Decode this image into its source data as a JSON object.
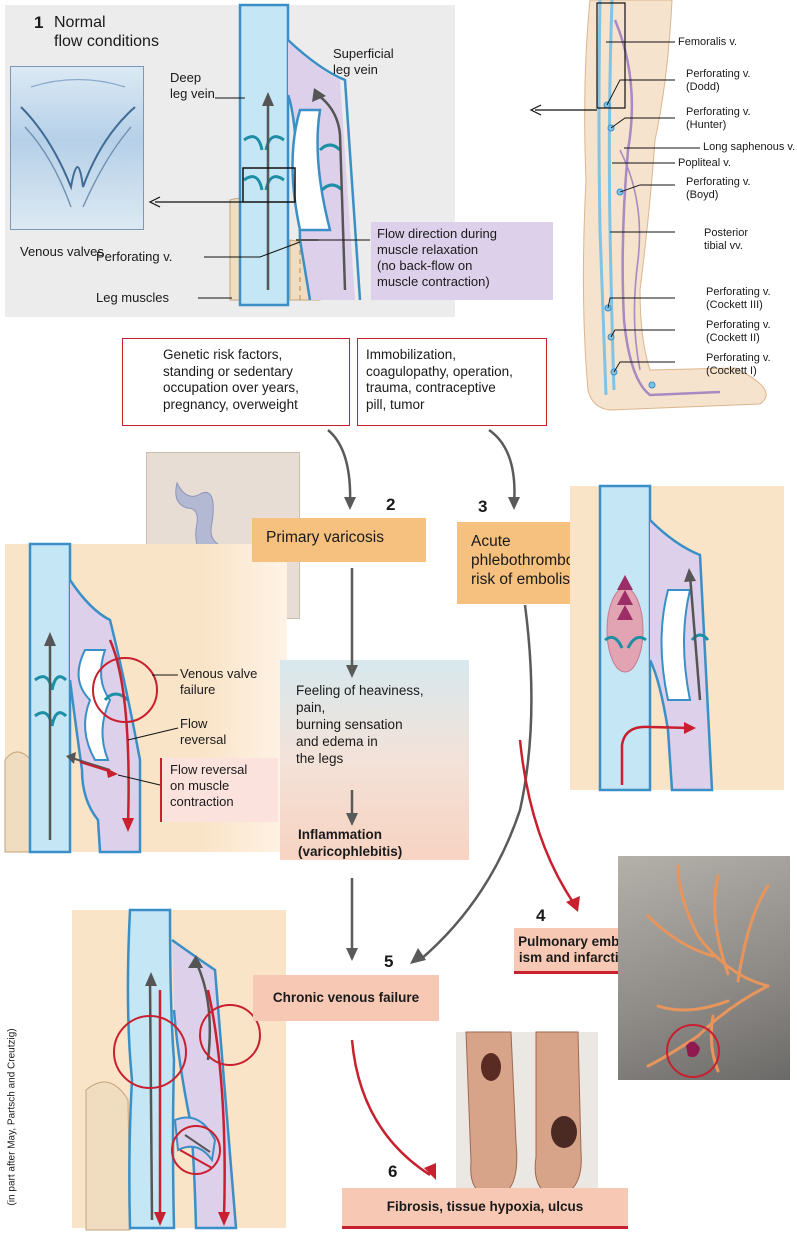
{
  "panel1": {
    "number": "1",
    "title_line1": "Normal",
    "title_line2": "flow conditions",
    "deep_vein_line1": "Deep",
    "deep_vein_line2": "leg vein",
    "superficial_line1": "Superficial",
    "superficial_line2": "leg vein",
    "valves_caption": "Venous valves",
    "perforating": "Perforating v.",
    "muscles": "Leg muscles",
    "flow_line1": "Flow direction during",
    "flow_line2": "muscle relaxation",
    "flow_line3": "(no back-flow on",
    "flow_line4": "muscle contraction)"
  },
  "leg_labels": [
    {
      "l1": "Femoralis v.",
      "l2": ""
    },
    {
      "l1": "Perforating v.",
      "l2": "(Dodd)"
    },
    {
      "l1": "Perforating v.",
      "l2": "(Hunter)"
    },
    {
      "l1": "Long saphenous v.",
      "l2": ""
    },
    {
      "l1": "Popliteal v.",
      "l2": ""
    },
    {
      "l1": "Perforating v.",
      "l2": "(Boyd)"
    },
    {
      "l1": "Posterior",
      "l2": "tibial vv."
    },
    {
      "l1": "Perforating v.",
      "l2": "(Cockett III)"
    },
    {
      "l1": "Perforating v.",
      "l2": "(Cockett II)"
    },
    {
      "l1": "Perforating v.",
      "l2": "(Cockett I)"
    }
  ],
  "risk_left": {
    "l1": "Genetic risk factors,",
    "l2": "standing or sedentary",
    "l3": "occupation over years,",
    "l4": "pregnancy, overweight"
  },
  "risk_right": {
    "l1": "Immobilization,",
    "l2": "coagulopathy, operation,",
    "l3": "trauma, contraceptive",
    "l4": "pill, tumor"
  },
  "step2": {
    "number": "2",
    "label": "Primary varicosis"
  },
  "step3": {
    "number": "3",
    "l1": "Acute",
    "l2": "phlebothrombosis,",
    "l3": "risk of embolism"
  },
  "symptoms": {
    "l1": "Feeling of heaviness,",
    "l2": "pain,",
    "l3": "burning sensation",
    "l4": "and edema in",
    "l5": "the legs",
    "infl1": "Inflammation",
    "infl2": "(varicophlebitis)"
  },
  "varicose_panel": {
    "valve_failure1": "Venous valve",
    "valve_failure2": "failure",
    "flow_rev1": "Flow",
    "flow_rev2": "reversal",
    "box1": "Flow reversal",
    "box2": "on muscle",
    "box3": "contraction"
  },
  "step4": {
    "number": "4",
    "l1": "Pulmonary embol-",
    "l2": "ism and infarction"
  },
  "step5": {
    "number": "5",
    "label": "Chronic venous failure"
  },
  "step6": {
    "number": "6",
    "label": "Fibrosis, tissue hypoxia, ulcus"
  },
  "credit": "(in part after May, Partsch and Creutzig)",
  "colors": {
    "accent_red": "#c8202e",
    "vein_blue": "#bfe3f4",
    "orange_box": "#f6c07f",
    "pink_box": "#f7c9b4"
  }
}
